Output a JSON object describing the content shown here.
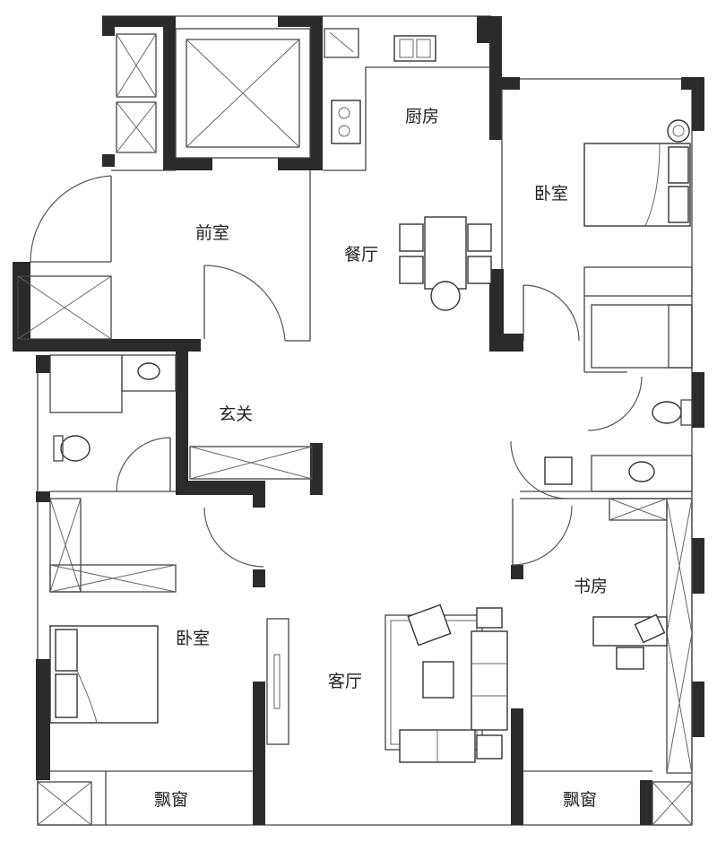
{
  "rooms": {
    "front_hall": "前室",
    "kitchen": "厨房",
    "dining": "餐厅",
    "bedroom_ne": "卧室",
    "entrance": "玄关",
    "bedroom_sw": "卧室",
    "living": "客厅",
    "study": "书房",
    "bay_window_left": "飘窗",
    "bay_window_right": "飘窗"
  }
}
